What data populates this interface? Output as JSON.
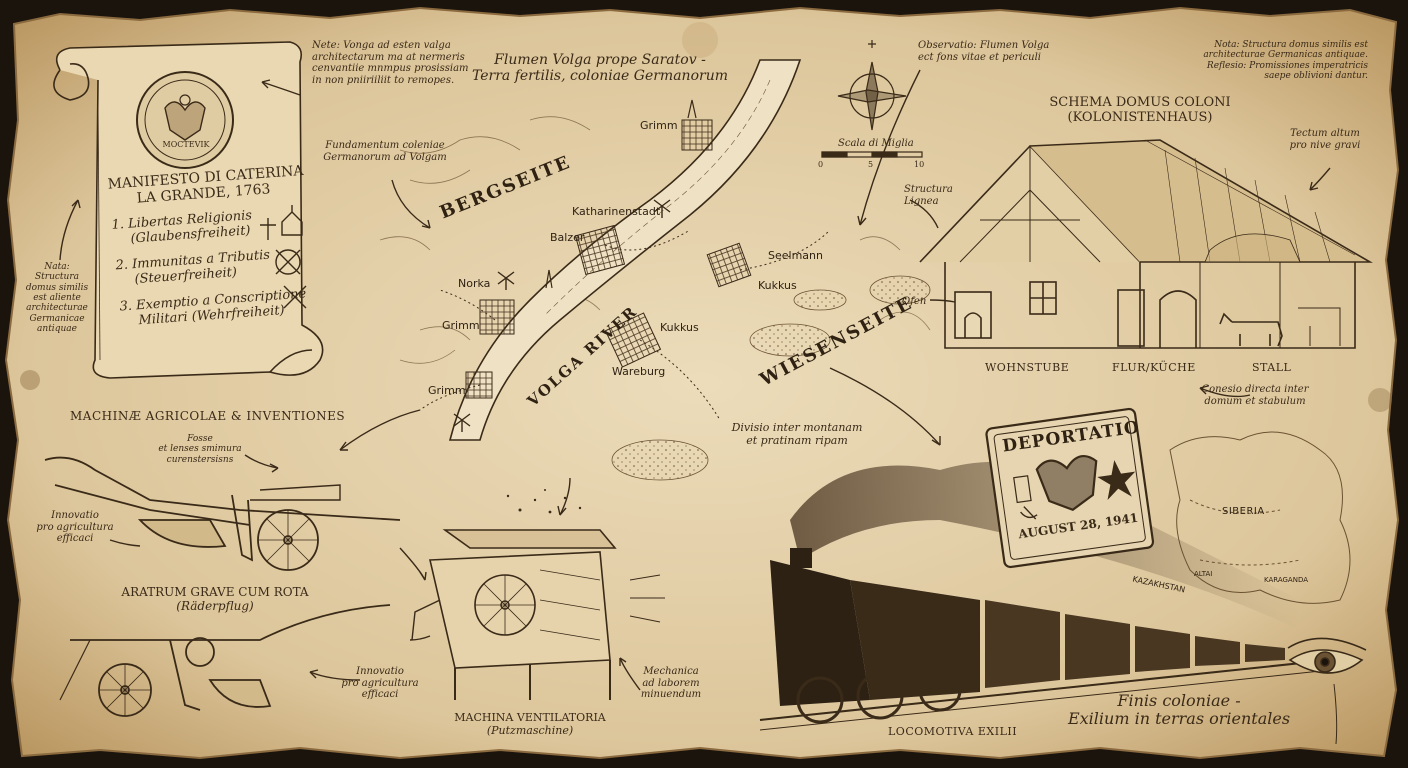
{
  "colors": {
    "parchment": "#e7d6b3",
    "parchment_edge": "#c9ae80",
    "ink": "#3a2a18",
    "background": "#1b140d"
  },
  "manifesto": {
    "seal_text": "MOCTEVIK",
    "title_line1": "MANIFESTO DI CATERINA",
    "title_line2": "LA GRANDE, 1763",
    "items": [
      {
        "line1": "1. Libertas Religionis",
        "line2": "(Glaubensfreiheit)"
      },
      {
        "line1": "2. Immunitas a Tributis",
        "line2": "(Steuerfreiheit)"
      },
      {
        "line1": "3. Exemptio a Conscriptione",
        "line2": "Militari (Wehrfreiheit)"
      }
    ]
  },
  "notes": {
    "top_left": [
      "Nete: Vonga ad esten valga",
      "architectarum ma at nermeris",
      "cenvantiie mnmpus prosissiam",
      "in non pniiriiliit to remopes."
    ],
    "left_side": [
      "Nata:",
      "Structura",
      "domus similis",
      "est aliente",
      "architecturae",
      "Germanicae",
      "antiquae"
    ],
    "fundamentum": [
      "Fundamentum coleniae",
      "Germanorum ad Volgam"
    ],
    "observatio": [
      "Observatio: Flumen Volga",
      "ect fons vitae et periculi"
    ],
    "top_right": [
      "Nota: Structura domus similis est",
      "architecturae Germanicas antiquae.",
      "Reflesio: Promissiones imperatricis",
      "saepe oblivioni dantur."
    ],
    "tectum": [
      "Tectum altum",
      "pro nive gravi"
    ],
    "structura": [
      "Structura",
      "Lignea"
    ],
    "ofen": "Ofen",
    "conexio": [
      "Conesio directa inter",
      "domum et stabulum"
    ],
    "divisio": [
      "Divisio inter montanam",
      "et pratinam ripam"
    ],
    "fosse": [
      "Fosse",
      "et lenses smimura",
      "curenstersisns"
    ],
    "innovatio1": [
      "Innovatio",
      "pro agricultura",
      "efficaci"
    ],
    "innovatio2": [
      "Innovatio",
      "pro agricultura",
      "efficaci"
    ],
    "mechanica": [
      "Mechanica",
      "ad laborem",
      "minuendum"
    ]
  },
  "map": {
    "title_line1": "Flumen Volga prope Saratov -",
    "title_line2": "Terra fertilis, coloniae Germanorum",
    "bergseite": "BERGSEITE",
    "wiesenseite": "WIESENSEITE",
    "river": "VOLGA RIVER",
    "scale_label": "Scala di Miglia",
    "scale_ticks": [
      "0",
      "5",
      "10"
    ],
    "towns": [
      "Grimm",
      "Katharinenstadt",
      "Balzer",
      "Norka",
      "Grimm",
      "Grimm",
      "Seelmann",
      "Kukkus",
      "Kukkus",
      "Wareburg"
    ]
  },
  "house": {
    "title_line1": "SCHEMA DOMUS COLONI",
    "title_line2": "(KOLONISTENHAUS)",
    "rooms": [
      "WOHNSTUBE",
      "FLUR/KÜCHE",
      "STALL"
    ]
  },
  "machines": {
    "section_title": "MACHINÆ AGRICOLAE & INVENTIONES",
    "plough_title": "ARATRUM GRAVE CUM ROTA",
    "plough_sub": "(Räderpflug)",
    "ventilator_title": "MACHINA VENTILATORIA",
    "ventilator_sub": "(Putzmaschine)"
  },
  "deportation": {
    "stamp_title": "DEPORTATIO",
    "stamp_date": "AUGUST 28, 1941",
    "siberia": "SIBERIA",
    "altai": "ALTAI",
    "kazakhstan": "KAZAKHSTAN",
    "karaganda": "KARAGANDA",
    "locomotive": "LOCOMOTIVA EXILII",
    "finis_line1": "Finis coloniae -",
    "finis_line2": "Exilium in terras orientales"
  }
}
